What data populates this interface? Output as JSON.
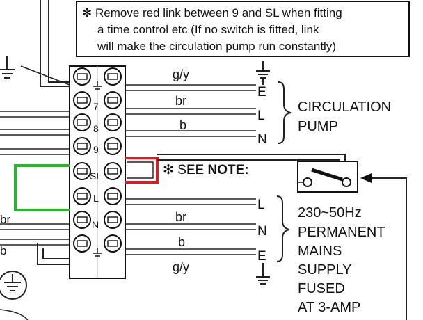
{
  "note_box": {
    "line1": "✻ Remove red link between 9 and SL when fitting",
    "line2": "a time control etc (If no switch is fitted, link",
    "line3": "will make the circulation pump run constantly)"
  },
  "wire_labels": {
    "gy_top": "g/y",
    "br_top": "br",
    "b_top": "b",
    "br_left": "br",
    "b_left": "b",
    "br_bottom": "br",
    "b_bottom": "b",
    "gy_bottom": "g/y"
  },
  "terminal_labels": {
    "t7": "7",
    "t8": "8",
    "t9": "9",
    "tsl": "SL",
    "tl": "L",
    "tn": "N"
  },
  "pump_terminals": [
    "E",
    "L",
    "N"
  ],
  "pump_label": [
    "CIRCULATION",
    "PUMP"
  ],
  "mains_terminals": [
    "L",
    "N",
    "E"
  ],
  "mains_label": [
    "230~50Hz",
    "PERMANENT",
    "MAINS",
    "SUPPLY",
    "FUSED",
    "AT 3-AMP"
  ],
  "see_note": {
    "prefix": "✻ SEE ",
    "bold": "NOTE:"
  },
  "colors": {
    "red_link": "#d42020",
    "green_link": "#22bb22",
    "line": "#222222"
  }
}
